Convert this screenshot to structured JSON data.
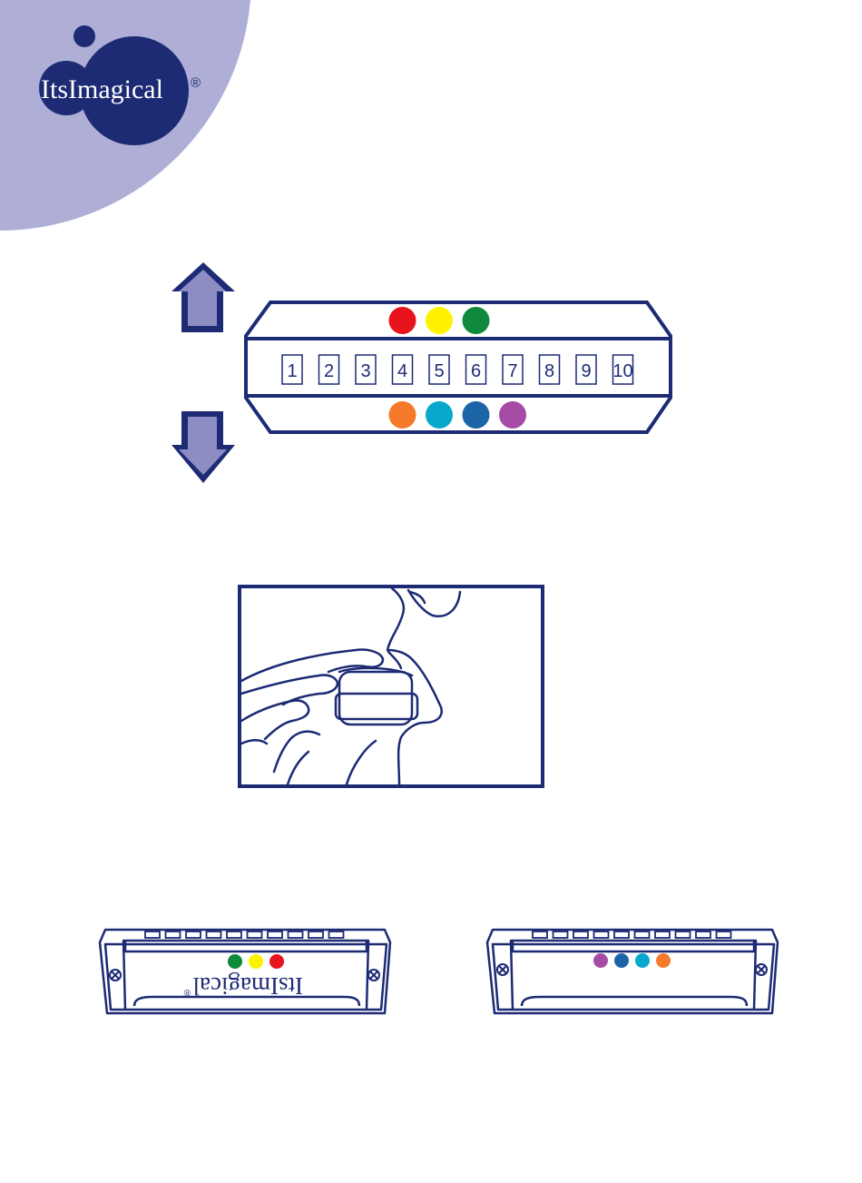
{
  "brand": {
    "name": "ItsImagical",
    "registered_mark": "®",
    "navy": "#1d2a74",
    "lavender": "#aeaed6"
  },
  "diagram": {
    "top_dots": [
      "#e8141d",
      "#fff200",
      "#0f8a3c"
    ],
    "holes": [
      "1",
      "2",
      "3",
      "4",
      "5",
      "6",
      "7",
      "8",
      "9",
      "10"
    ],
    "bottom_dots": [
      "#f57a2c",
      "#07a8cc",
      "#1b64a8",
      "#a64ca6"
    ],
    "arrows": [
      "arrow-up-icon",
      "arrow-down-icon"
    ]
  },
  "illustration": {
    "icon": "hand-holding-harmonica-to-mouth"
  },
  "harmonicas": {
    "left": {
      "dots": [
        "#0f8a3c",
        "#fff200",
        "#e8141d"
      ],
      "logo": "ItsImagical",
      "logo_mark": "®"
    },
    "right": {
      "dots": [
        "#a64ca6",
        "#1b64a8",
        "#07a8cc",
        "#f57a2c"
      ]
    }
  }
}
